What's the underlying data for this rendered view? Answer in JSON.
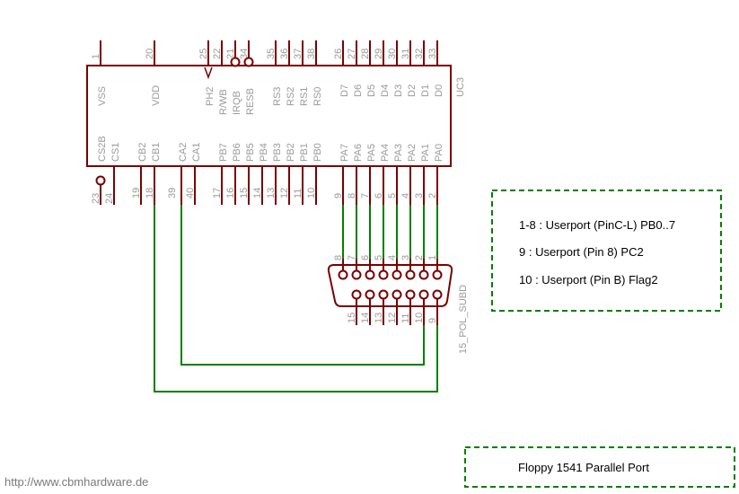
{
  "chip": {
    "name": "UC3",
    "top_pins": [
      {
        "num": "1",
        "label": "VSS"
      },
      {
        "num": "20",
        "label": "VDD"
      },
      {
        "num": "25",
        "label": "PH2"
      },
      {
        "num": "22",
        "label": "R/WB"
      },
      {
        "num": "21",
        "label": "IRQB"
      },
      {
        "num": "34",
        "label": "RESB"
      },
      {
        "num": "35",
        "label": "RS3"
      },
      {
        "num": "36",
        "label": "RS2"
      },
      {
        "num": "37",
        "label": "RS1"
      },
      {
        "num": "38",
        "label": "RS0"
      },
      {
        "num": "26",
        "label": "D7"
      },
      {
        "num": "27",
        "label": "D6"
      },
      {
        "num": "28",
        "label": "D5"
      },
      {
        "num": "29",
        "label": "D4"
      },
      {
        "num": "30",
        "label": "D3"
      },
      {
        "num": "31",
        "label": "D2"
      },
      {
        "num": "32",
        "label": "D1"
      },
      {
        "num": "33",
        "label": "D0"
      }
    ],
    "bottom_pins": [
      {
        "num": "23",
        "label": "CS2B"
      },
      {
        "num": "24",
        "label": "CS1"
      },
      {
        "num": "19",
        "label": "CB2"
      },
      {
        "num": "18",
        "label": "CB1"
      },
      {
        "num": "39",
        "label": "CA2"
      },
      {
        "num": "40",
        "label": "CA1"
      },
      {
        "num": "17",
        "label": "PB7"
      },
      {
        "num": "16",
        "label": "PB6"
      },
      {
        "num": "15",
        "label": "PB5"
      },
      {
        "num": "14",
        "label": "PB4"
      },
      {
        "num": "13",
        "label": "PB3"
      },
      {
        "num": "12",
        "label": "PB2"
      },
      {
        "num": "11",
        "label": "PB1"
      },
      {
        "num": "10",
        "label": "PB0"
      },
      {
        "num": "9",
        "label": "PA7"
      },
      {
        "num": "8",
        "label": "PA6"
      },
      {
        "num": "7",
        "label": "PA5"
      },
      {
        "num": "6",
        "label": "PA4"
      },
      {
        "num": "5",
        "label": "PA3"
      },
      {
        "num": "4",
        "label": "PA2"
      },
      {
        "num": "3",
        "label": "PA1"
      },
      {
        "num": "2",
        "label": "PA0"
      }
    ]
  },
  "connector": {
    "name": "15_POL_SUBD",
    "top_row": [
      "8",
      "7",
      "6",
      "5",
      "4",
      "3",
      "2",
      "1"
    ],
    "bottom_row": [
      "15",
      "14",
      "13",
      "12",
      "11",
      "10",
      "9"
    ]
  },
  "notes": [
    "1-8 : Userport (PinC-L) PB0..7",
    "9 : Userport (Pin 8) PC2",
    "10 : Userport (Pin B) Flag2"
  ],
  "title": "Floppy 1541 Parallel Port",
  "url": "http://www.cbmhardware.de",
  "colors": {
    "chip": "#7a0000",
    "wire": "#008000",
    "text": "#9a9a9a",
    "frame": "#008000"
  }
}
